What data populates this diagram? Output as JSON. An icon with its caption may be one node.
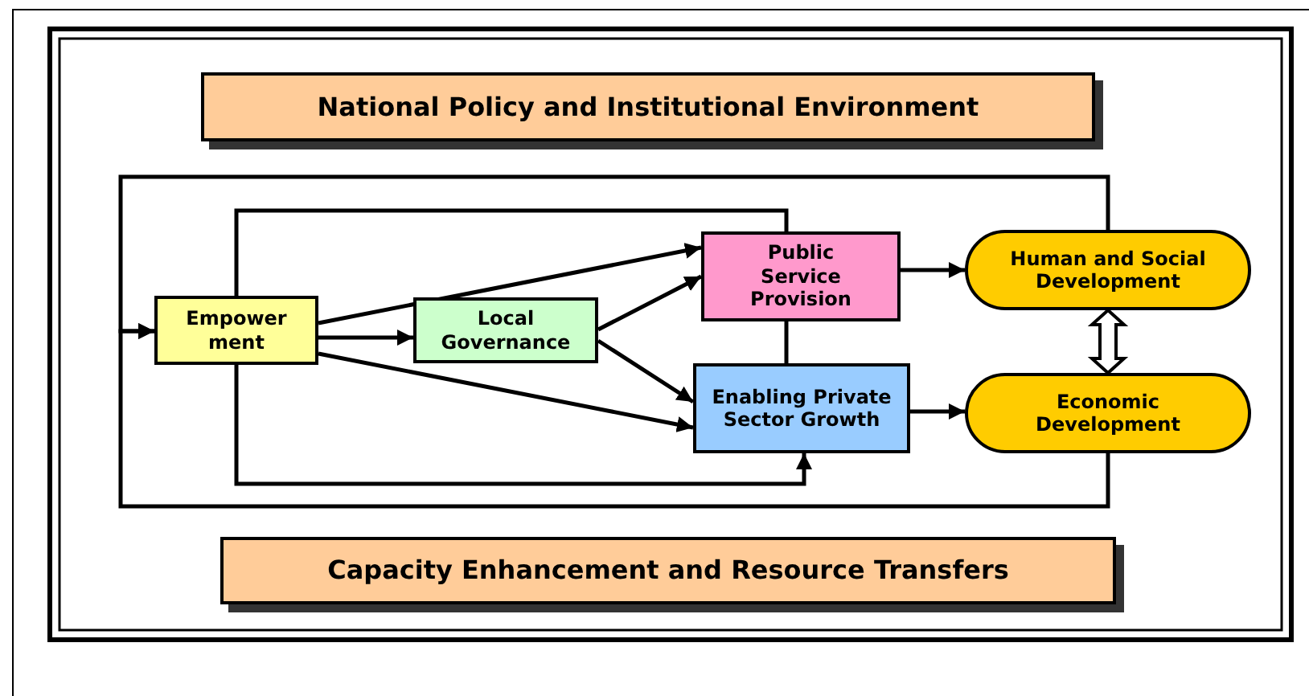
{
  "diagram": {
    "nodes": [
      {
        "text": [
          "National Policy and Institutional Environment"
        ]
      },
      {
        "text": [
          "Empower ment"
        ]
      },
      {
        "text": [
          "Local Governance"
        ]
      },
      {
        "text": [
          "Public Service Provision"
        ]
      },
      {
        "text": [
          "Human and Social Development"
        ]
      },
      {
        "text": [
          "Enabling Private Sector Growth"
        ]
      },
      {
        "text": [
          "Economic Development"
        ]
      },
      {
        "text": [
          "Capacity Enhancement and Resource Transfers"
        ]
      }
    ],
    "edges": [
      {
        "from": 1,
        "to": 2,
        "arrow": "to"
      },
      {
        "from": 1,
        "to": 3,
        "arrow": "to"
      },
      {
        "from": 1,
        "to": 5,
        "arrow": "to"
      },
      {
        "from": 2,
        "to": 3,
        "arrow": "to"
      },
      {
        "from": 2,
        "to": 5,
        "arrow": "to"
      },
      {
        "from": 3,
        "to": 4,
        "arrow": "to"
      },
      {
        "from": 5,
        "to": 6,
        "arrow": "to"
      },
      {
        "from": 4,
        "to": 6,
        "arrow": "both",
        "style": "thick"
      },
      {
        "from": 4,
        "to": 1,
        "arrow": "to"
      },
      {
        "from": 6,
        "to": 1,
        "arrow": "to"
      },
      {
        "from": 1,
        "to": 3,
        "arrow": "none"
      },
      {
        "from": 3,
        "to": 5,
        "arrow": "none"
      },
      {
        "from": 1,
        "to": 5,
        "arrow": "to"
      }
    ]
  }
}
